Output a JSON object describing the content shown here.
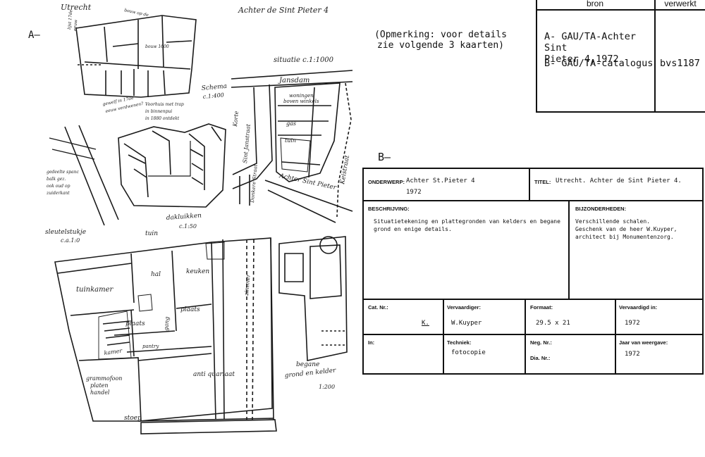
{
  "labels": {
    "a": "A—",
    "b": "B—"
  },
  "remark": {
    "line1": "(Opmerking: voor details",
    "line2": "zie volgende 3 kaarten)"
  },
  "sources": {
    "col_source": "bron",
    "col_processed": "verwerkt",
    "a_line1": "A- GAU/TA-Achter Sint",
    "a_line2": "Pieter 4,1972",
    "b_line": "B- GAU/TA-catalogus",
    "b_processed": "bvs1187"
  },
  "sketch": {
    "utrecht": "Utrecht",
    "street_title": "Achter de Sint Pieter 4",
    "situatie": "situatie c.1:1000",
    "jansdam": "Jansdam",
    "woningen": "woningen",
    "boven_winkels": "boven winkels",
    "gas": "gas",
    "tuin_small": "tuin",
    "korte": "Korte",
    "sint_janstraat": "Sint Janstraat",
    "achter_sint_pieter": "Achter Sint Pieter",
    "keistraat": "Keistraat",
    "donkere_straat": "Donkere Straat",
    "schema": "Schema",
    "schema_scale": "c.1:400",
    "dakluiken": "dakluikken",
    "dakluiken_scale": "c.1:50",
    "sleutelstukje": "sleutelstukje",
    "sleutelstukje_scale": "c.a.1:0",
    "tuin": "tuin",
    "tuinkamer": "tuinkamer",
    "hal": "hal",
    "keuken": "keuken",
    "plaats1": "plaats",
    "plaats2": "plaats",
    "gang": "gang",
    "zimmer": "zimmer",
    "kamer": "kamer",
    "pantry": "pantry",
    "grammofoon1": "grammofoon",
    "grammofoon2": "platen",
    "grammofoon3": "handel",
    "anti_quariaat": "anti quariaat",
    "stoep": "stoep",
    "begane1": "begane",
    "begane2": "grond en kelder",
    "begane3": "1:200",
    "note_1": "bouw op de",
    "note_2": "lijst 17de",
    "note_3": "eeuw",
    "note_4": "bouw 1600",
    "note_5": "gewelf in 17de",
    "note_6": "eeuw verdwenen?",
    "note_7": "Voorhuis met trap",
    "note_8": "in binnenpui",
    "note_9": "in 1880 ontdekt",
    "note_10": "gedeelte spanc",
    "note_11": "balk gez.",
    "note_12": "ook oud op",
    "note_13": "zuiderkant"
  },
  "card": {
    "onderwerp_label": "ONDERWERP:",
    "onderwerp": "Achter St.Pieter 4",
    "onderwerp_year": "1972",
    "titel_label": "TITEL:",
    "titel": "Utrecht. Achter de Sint Pieter 4.",
    "beschrijving_label": "BESCHRIJVING:",
    "beschrijving_1": "Situatietekening en plattegronden van kelders en begane",
    "beschrijving_2": "grond en enige details.",
    "bijzonderheden_label": "BIJZONDERHEDEN:",
    "bijzonderheden_1": "Verschillende schalen.",
    "bijzonderheden_2": "Geschenk van de heer W.Kuyper,",
    "bijzonderheden_3": "architect bij Monumentenzorg.",
    "catnr_label": "Cat. Nr.:",
    "catnr": "K.",
    "vervaardiger_label": "Vervaardiger:",
    "vervaardiger": "W.Kuyper",
    "formaat_label": "Formaat:",
    "formaat": "29.5 x 21",
    "vervaardigd_label": "Vervaardigd in:",
    "vervaardigd": "1972",
    "in_label": "In:",
    "techniek_label": "Techniek:",
    "techniek": "fotocopie",
    "negnr_label": "Neg. Nr.:",
    "dianr_label": "Dia. Nr.:",
    "weergave_label": "Jaar van weergave:",
    "weergave": "1972"
  }
}
